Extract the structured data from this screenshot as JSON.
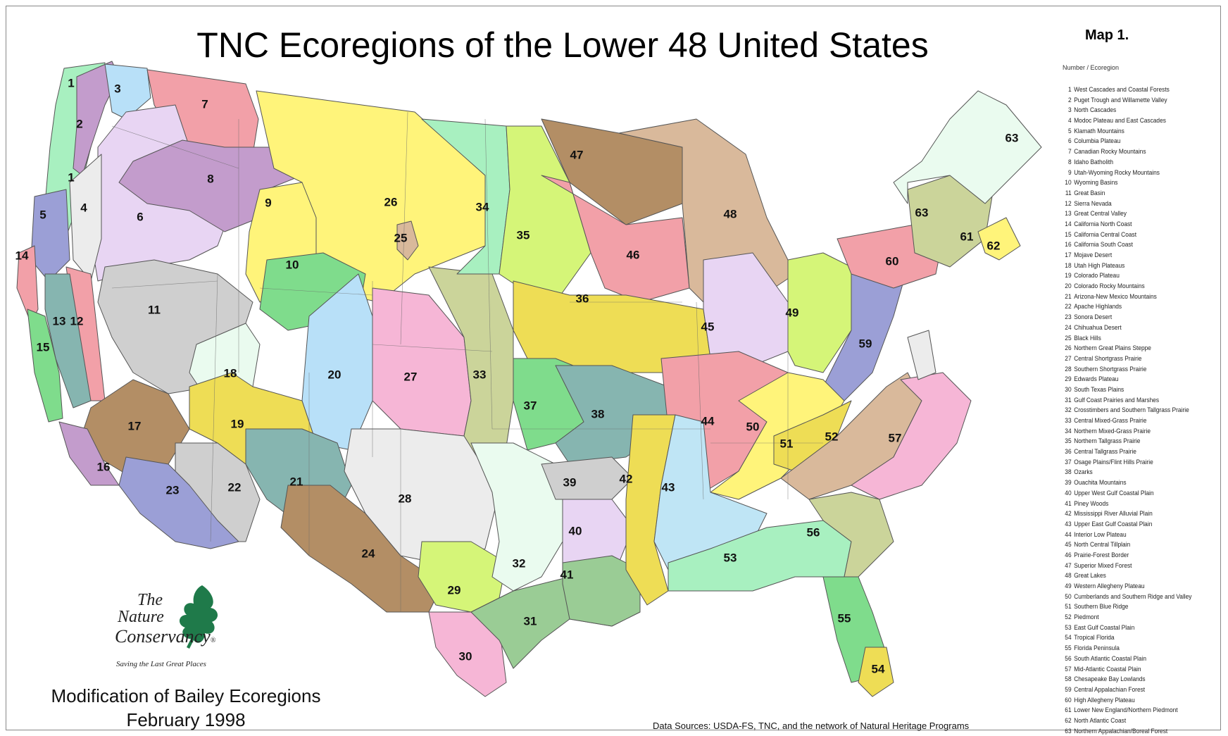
{
  "title": "TNC Ecoregions of the Lower 48 United States",
  "map_number": "Map 1.",
  "legend_header": "Number / Ecoregion",
  "ecoregions": [
    {
      "n": "1",
      "name": "West Cascades and Coastal Forests"
    },
    {
      "n": "2",
      "name": "Puget Trough and Willamette Valley"
    },
    {
      "n": "3",
      "name": "North Cascades"
    },
    {
      "n": "4",
      "name": "Modoc Plateau and East Cascades"
    },
    {
      "n": "5",
      "name": "Klamath Mountains"
    },
    {
      "n": "6",
      "name": "Columbia Plateau"
    },
    {
      "n": "7",
      "name": "Canadian Rocky Mountains"
    },
    {
      "n": "8",
      "name": "Idaho Batholith"
    },
    {
      "n": "9",
      "name": "Utah-Wyoming Rocky Mountains"
    },
    {
      "n": "10",
      "name": "Wyoming Basins"
    },
    {
      "n": "11",
      "name": "Great Basin"
    },
    {
      "n": "12",
      "name": "Sierra Nevada"
    },
    {
      "n": "13",
      "name": "Great Central Valley"
    },
    {
      "n": "14",
      "name": "California North Coast"
    },
    {
      "n": "15",
      "name": "California Central Coast"
    },
    {
      "n": "16",
      "name": "California South Coast"
    },
    {
      "n": "17",
      "name": "Mojave Desert"
    },
    {
      "n": "18",
      "name": "Utah High Plateaus"
    },
    {
      "n": "19",
      "name": "Colorado Plateau"
    },
    {
      "n": "20",
      "name": "Colorado Rocky Mountains"
    },
    {
      "n": "21",
      "name": "Arizona-New Mexico Mountains"
    },
    {
      "n": "22",
      "name": "Apache Highlands"
    },
    {
      "n": "23",
      "name": "Sonora Desert"
    },
    {
      "n": "24",
      "name": "Chihuahua Desert"
    },
    {
      "n": "25",
      "name": "Black Hills"
    },
    {
      "n": "26",
      "name": "Northern Great Plains Steppe"
    },
    {
      "n": "27",
      "name": "Central Shortgrass Prairie"
    },
    {
      "n": "28",
      "name": "Southern Shortgrass Prairie"
    },
    {
      "n": "29",
      "name": "Edwards Plateau"
    },
    {
      "n": "30",
      "name": "South Texas Plains"
    },
    {
      "n": "31",
      "name": "Gulf Coast Prairies and Marshes"
    },
    {
      "n": "32",
      "name": "Crosstimbers and Southern Tallgrass Prairie"
    },
    {
      "n": "33",
      "name": "Central Mixed-Grass Prairie"
    },
    {
      "n": "34",
      "name": "Northern Mixed-Grass Prairie"
    },
    {
      "n": "35",
      "name": "Northern Tallgrass Prairie"
    },
    {
      "n": "36",
      "name": "Central Tallgrass Prairie"
    },
    {
      "n": "37",
      "name": "Osage Plains/Flint Hills Prairie"
    },
    {
      "n": "38",
      "name": "Ozarks"
    },
    {
      "n": "39",
      "name": "Ouachita Mountains"
    },
    {
      "n": "40",
      "name": "Upper West Gulf Coastal Plain"
    },
    {
      "n": "41",
      "name": "Piney Woods"
    },
    {
      "n": "42",
      "name": "Mississippi River Alluvial Plain"
    },
    {
      "n": "43",
      "name": "Upper East Gulf Coastal Plain"
    },
    {
      "n": "44",
      "name": "Interior Low Plateau"
    },
    {
      "n": "45",
      "name": "North Central Tillplain"
    },
    {
      "n": "46",
      "name": "Prairie-Forest Border"
    },
    {
      "n": "47",
      "name": "Superior Mixed Forest"
    },
    {
      "n": "48",
      "name": "Great Lakes"
    },
    {
      "n": "49",
      "name": "Western Allegheny Plateau"
    },
    {
      "n": "50",
      "name": "Cumberlands and Southern Ridge and Valley"
    },
    {
      "n": "51",
      "name": "Southern Blue Ridge"
    },
    {
      "n": "52",
      "name": "Piedmont"
    },
    {
      "n": "53",
      "name": "East Gulf Coastal Plain"
    },
    {
      "n": "54",
      "name": "Tropical Florida"
    },
    {
      "n": "55",
      "name": "Florida Peninsula"
    },
    {
      "n": "56",
      "name": "South Atlantic Coastal Plain"
    },
    {
      "n": "57",
      "name": "Mid-Atlantic Coastal Plain"
    },
    {
      "n": "58",
      "name": "Chesapeake Bay Lowlands"
    },
    {
      "n": "59",
      "name": "Central Appalachian Forest"
    },
    {
      "n": "60",
      "name": "High Allegheny Plateau"
    },
    {
      "n": "61",
      "name": "Lower New England/Northern Piedmont"
    },
    {
      "n": "62",
      "name": "North Atlantic Coast"
    },
    {
      "n": "63",
      "name": "Northern Appalachian/Boreal Forest"
    }
  ],
  "logo": {
    "line1": "The",
    "line2": "Nature",
    "line3": "Conservancy",
    "trademark": "®",
    "tagline": "Saving the Last Great Places",
    "icon": "oak-leaf-icon",
    "icon_color": "#1f7a4a"
  },
  "modification": {
    "line1": "Modification of Bailey Ecoregions",
    "line2": "February 1998"
  },
  "data_sources": "Data Sources: USDA-FS, TNC, and the network of Natural Heritage Programs",
  "map_labels": [
    "1",
    "2",
    "3",
    "1",
    "4",
    "5",
    "6",
    "7",
    "8",
    "9",
    "10",
    "11",
    "12",
    "13",
    "14",
    "15",
    "16",
    "17",
    "18",
    "19",
    "20",
    "21",
    "22",
    "23",
    "24",
    "25",
    "26",
    "27",
    "28",
    "29",
    "30",
    "31",
    "32",
    "33",
    "34",
    "35",
    "36",
    "37",
    "38",
    "39",
    "40",
    "41",
    "42",
    "43",
    "44",
    "45",
    "46",
    "47",
    "48",
    "49",
    "50",
    "51",
    "52",
    "53",
    "54",
    "55",
    "56",
    "57",
    "59",
    "60",
    "61",
    "62",
    "63",
    "63"
  ],
  "colors": {
    "pink": "#f2a0a8",
    "yellow": "#fff47a",
    "gold": "#eedd55",
    "tan": "#d9b99b",
    "brown": "#b38e65",
    "purple": "#c39ccc",
    "lavender": "#e8d5f3",
    "lightblue": "#b8e0f8",
    "mint": "#a8f0c0",
    "green": "#7fdc8c",
    "gray": "#cfcfcf",
    "lightgray": "#ececec",
    "teal": "#86b5b0",
    "slate": "#9b9fd6",
    "olive": "#cbd49a",
    "rose": "#f6b6d6",
    "lime": "#d5f578",
    "paleblue": "#bfe5f5",
    "greengray": "#9acc95"
  }
}
